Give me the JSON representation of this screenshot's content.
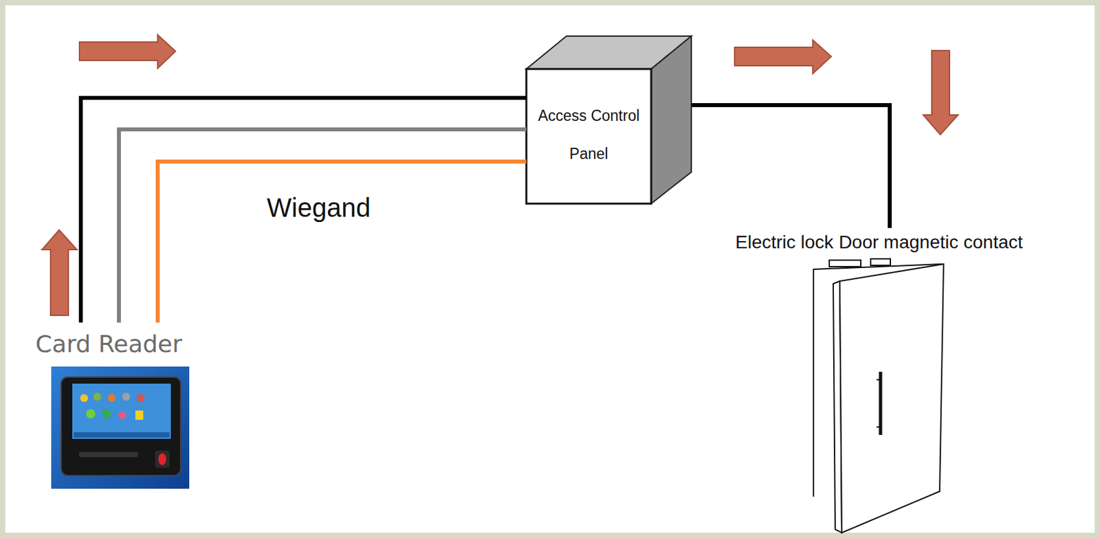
{
  "diagram": {
    "nodes": [
      {
        "text": [
          "Card Reader"
        ]
      },
      {
        "text": [
          "Access Control Panel"
        ]
      },
      {
        "text": [
          "Electric lock",
          "Door magnetic contact"
        ]
      }
    ],
    "edges": [
      {
        "from": 0,
        "to": 1,
        "arrow": "none"
      },
      {
        "from": 0,
        "to": 1,
        "arrow": "none"
      },
      {
        "from": 0,
        "to": 1,
        "arrow": "none"
      },
      {
        "from": 1,
        "to": 2,
        "arrow": "none"
      }
    ],
    "labels": [
      "Wiegand"
    ]
  }
}
